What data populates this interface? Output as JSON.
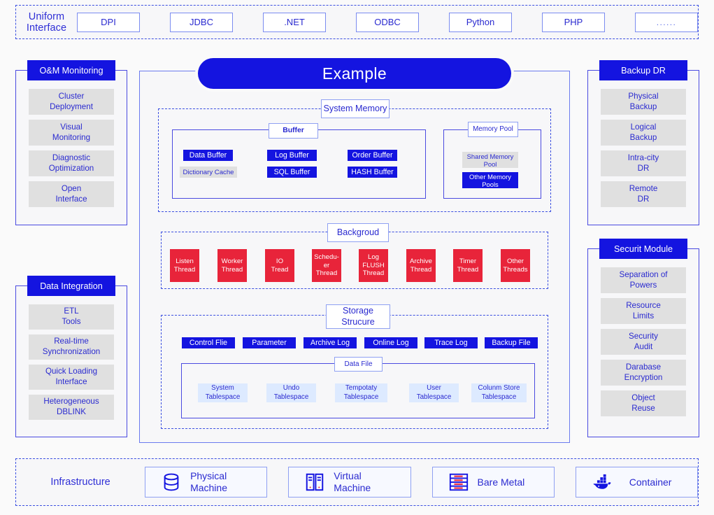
{
  "uniform_interface": {
    "title": "Uniform Interface",
    "items": [
      "DPI",
      "JDBC",
      ".NET",
      "ODBC",
      "Python",
      "PHP",
      "......"
    ]
  },
  "banner": {
    "title": "Example"
  },
  "left_panels": [
    {
      "title": "O&M Monitoring",
      "items": [
        "Cluster\nDeployment",
        "Visual\nMonitoring",
        "Diagnostic\nOptimization",
        "Open\nInterface"
      ]
    },
    {
      "title": "Data Integration",
      "items": [
        "ETL\nTools",
        "Real-time\nSynchronization",
        "Quick Loading\nInterface",
        "Heterogeneous\nDBLINK"
      ]
    }
  ],
  "right_panels": [
    {
      "title": "Backup DR",
      "items": [
        "Physical\nBackup",
        "Logical\nBackup",
        "Intra-city\nDR",
        "Remote\nDR"
      ]
    },
    {
      "title": "Securit Module",
      "items": [
        "Separation of\nPowers",
        "Resource\nLimits",
        "Security\nAudit",
        "Darabase\nEncryption",
        "Object\nReuse"
      ]
    }
  ],
  "system_memory": {
    "title": "System Memory",
    "buffer": {
      "title": "Buffer",
      "items": [
        {
          "label": "Data Buffer",
          "style": "blue"
        },
        {
          "label": "Log Buffer",
          "style": "blue"
        },
        {
          "label": "Order Buffer",
          "style": "blue"
        },
        {
          "label": "Dictionary Cache",
          "style": "grey"
        },
        {
          "label": "SQL Buffer",
          "style": "blue"
        },
        {
          "label": "HASH Buffer",
          "style": "blue"
        }
      ]
    },
    "memory_pool": {
      "title": "Memory Pool",
      "items": [
        {
          "label": "Shared Memory\nPool",
          "style": "grey"
        },
        {
          "label": "Other Memory\nPools",
          "style": "blue"
        }
      ]
    }
  },
  "background": {
    "title": "Backgroud",
    "threads": [
      "Listen\nThread",
      "Worker\nThread",
      "IO\nTread",
      "Schedu-\ner\nThread",
      "Log\nFLUSH\nThread",
      "Archive\nThread",
      "Timer\nThread",
      "Other\nThreads"
    ]
  },
  "storage_structure": {
    "title": "Storage\nStrucure",
    "files": [
      "Control Flie",
      "Parameter",
      "Archive Log",
      "Online Log",
      "Trace Log",
      "Backup File"
    ],
    "data_file": {
      "title": "Data File",
      "tablespaces": [
        "System\nTablespace",
        "Undo\nTablespace",
        "Tempotaty\nTablespace",
        "User\nTablespace",
        "Colunm Store\nTablespace"
      ]
    }
  },
  "infrastructure": {
    "title": "Infrastructure",
    "items": [
      {
        "label": "Physical\nMachine",
        "icon": "database-cylinder-icon"
      },
      {
        "label": "Virtual\nMachine",
        "icon": "server-rack-icon"
      },
      {
        "label": "Bare Metal",
        "icon": "bare-metal-server-icon"
      },
      {
        "label": "Container",
        "icon": "docker-whale-icon"
      }
    ]
  },
  "colors": {
    "brand_blue": "#1414e0",
    "accent_red": "#e8243a",
    "panel_grey": "#e0e0e0",
    "light_blue": "#ddeaff",
    "background": "#fafafa"
  }
}
